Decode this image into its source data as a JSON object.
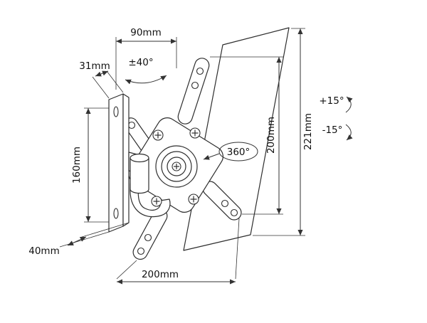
{
  "diagram": {
    "dimensions": {
      "arm_reach_top": "90mm",
      "wall_plate_offset": "31mm",
      "wall_plate_height": "160mm",
      "wall_plate_depth": "40mm",
      "vesa_width_bottom": "200mm",
      "vesa_height_right": "200mm",
      "bracket_total_height": "221mm"
    },
    "angles": {
      "swivel_range": "±40°",
      "plate_rotation": "360°",
      "tilt_up": "+15°",
      "tilt_down": "-15°"
    }
  }
}
